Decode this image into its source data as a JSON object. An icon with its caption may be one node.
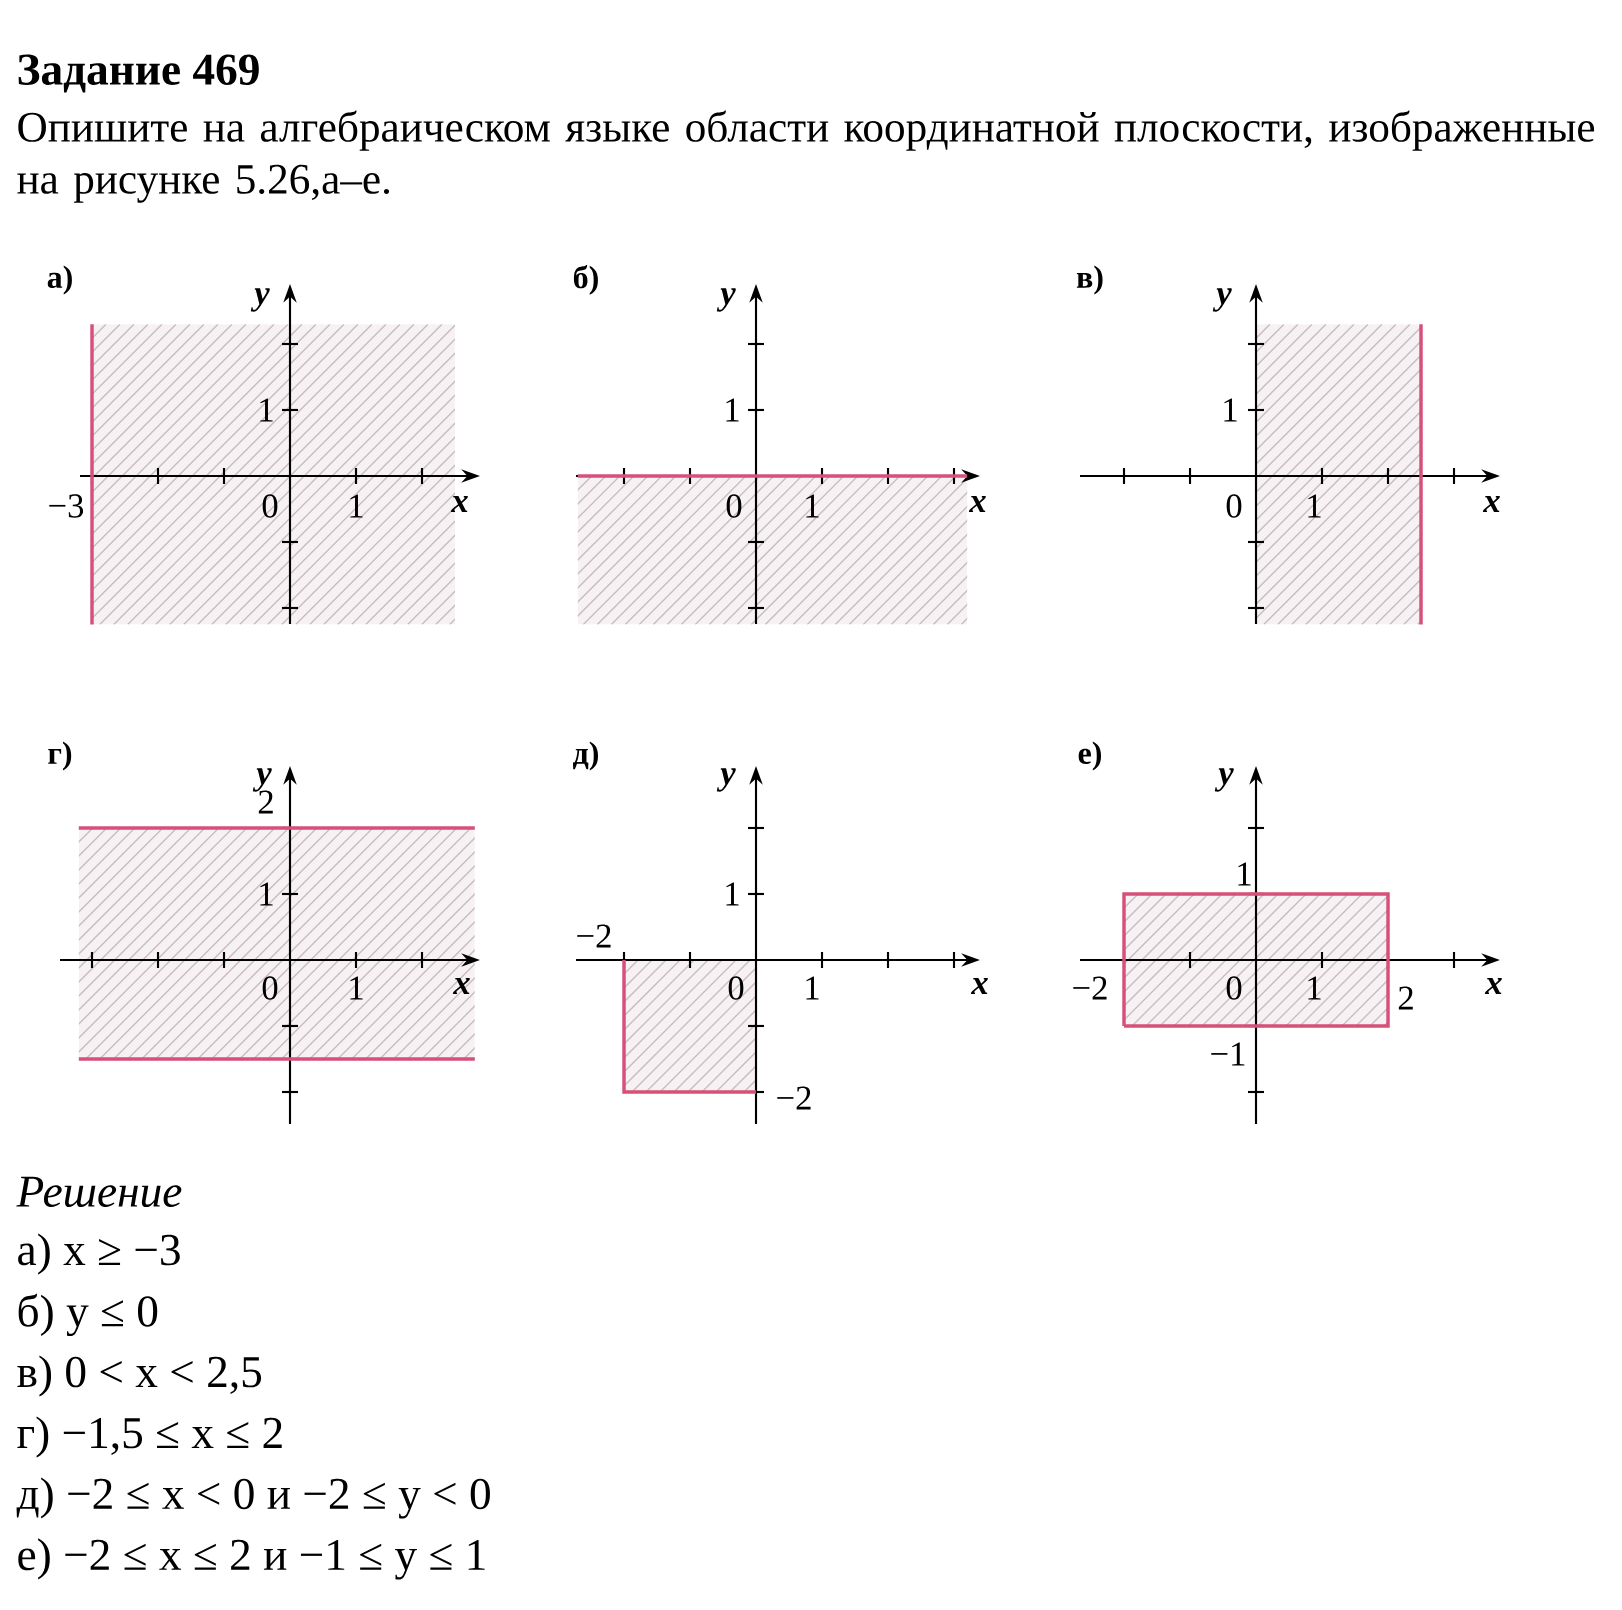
{
  "diagram": {
    "title": "Задание 469",
    "labels": [
      "Опишите на алгебраическом языке области координатной плоскости, изображенные на рисунке 5.26,а–е.",
      "а)",
      "y",
      "1",
      "−3",
      "0",
      "1",
      "x",
      "б)",
      "y",
      "1",
      "0",
      "1",
      "x",
      "в)",
      "y",
      "1",
      "0",
      "1",
      "x",
      "г)",
      "y",
      "2",
      "1",
      "0",
      "1",
      "x",
      "д)",
      "y",
      "1",
      "−2",
      "0",
      "1",
      "x",
      "−2",
      "е)",
      "y",
      "1",
      "−2",
      "0",
      "1",
      "2",
      "−1",
      "x",
      "Решение",
      "а) x ≥ −3",
      "б) y ≤ 0",
      "в) 0 < x < 2,5",
      "г) −1,5 ≤ x ≤ 2",
      "д) −2 ≤ x < 0 и −2 ≤ y < 0",
      "е) −2 ≤ x ≤ 2 и −1 ≤ y ≤ 1"
    ]
  }
}
